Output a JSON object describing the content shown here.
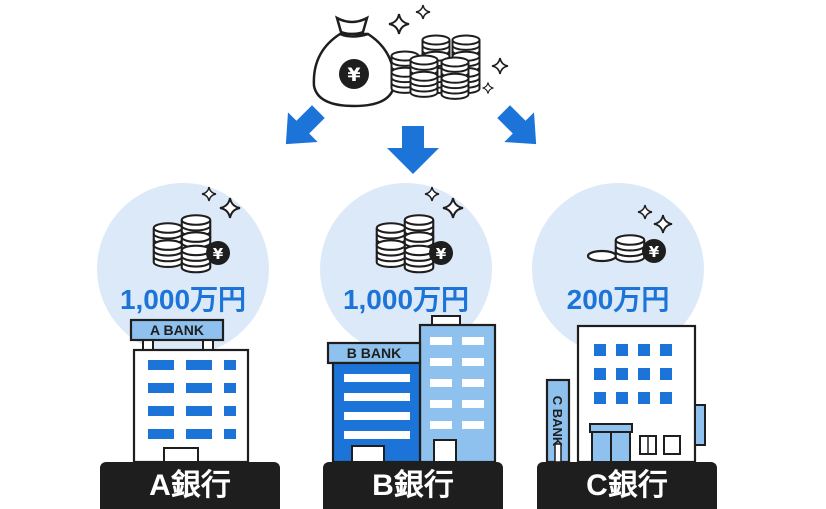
{
  "colors": {
    "arrow": "#1d74d8",
    "circle": "#dce9f8",
    "amount_text": "#1d74d8",
    "building_blue": "#1d74d8",
    "building_light_blue": "#8fc1ee",
    "base": "#1e1e1e"
  },
  "source": {
    "icon": "money-bag-with-coins-icon",
    "currency_symbol": "¥"
  },
  "banks": [
    {
      "amount": "1,000万円",
      "sign": "A BANK",
      "label": "A銀行",
      "coin_symbol": "¥"
    },
    {
      "amount": "1,000万円",
      "sign": "B BANK",
      "label": "B銀行",
      "coin_symbol": "¥"
    },
    {
      "amount": "200万円",
      "sign": "C BANK",
      "label": "C銀行",
      "coin_symbol": "¥"
    }
  ]
}
